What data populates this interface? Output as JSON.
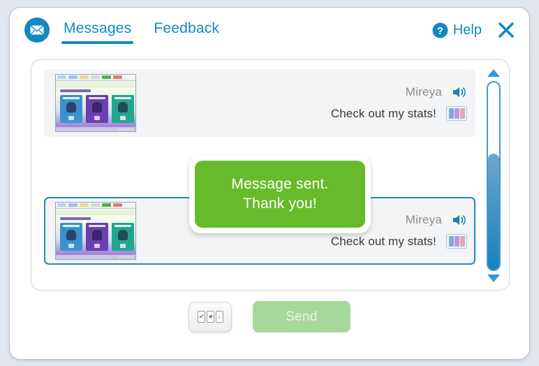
{
  "window": {
    "app_icon": "envelope-icon",
    "tabs": [
      {
        "label": "Messages",
        "active": true
      },
      {
        "label": "Feedback",
        "active": false
      }
    ],
    "help_label": "Help",
    "help_icon": "question-mark-circle-icon",
    "close_icon": "close-x-icon"
  },
  "messages": [
    {
      "sender": "Mireya",
      "text": "Check out my stats!",
      "speaker_icon": "speaker-icon",
      "stats_icon": "stats-cards-icon",
      "thumbnail": "game-stats-screenshot-thumbnail",
      "selected": false
    },
    {
      "sender": "Mireya",
      "text": "Check out my stats!",
      "speaker_icon": "speaker-icon",
      "stats_icon": "stats-cards-icon",
      "thumbnail": "game-stats-screenshot-thumbnail",
      "selected": true
    }
  ],
  "scrollbar": {
    "up_icon": "triangle-up-icon",
    "down_icon": "triangle-down-icon",
    "thumb_position_percent": 37
  },
  "actions": {
    "attach_icon": "three-cards-icon",
    "attach_glyphs": [
      "✔",
      "★",
      "↓"
    ],
    "send_label": "Send",
    "send_enabled": false
  },
  "toast": {
    "line1": "Message sent.",
    "line2": "Thank you!"
  },
  "colors": {
    "accent_blue": "#1289c0",
    "toast_green": "#67bb2b",
    "send_disabled_green": "#a6d89a",
    "row_background": "#f3f4f5",
    "selected_border": "#1d8cc4",
    "page_background": "#e2e7ef"
  }
}
